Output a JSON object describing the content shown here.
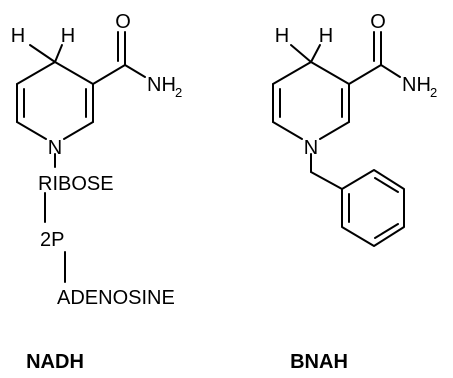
{
  "nadh": {
    "h_left": "H",
    "h_right": "H",
    "oxygen": "O",
    "amide_nh": "NH",
    "amide_sub": "2",
    "ring_n": "N",
    "ribose": "RIBOSE",
    "phosphate": "2P",
    "adenosine": "ADENOSINE",
    "caption": "NADH"
  },
  "bnah": {
    "h_left": "H",
    "h_right": "H",
    "oxygen": "O",
    "amide_nh": "NH",
    "amide_sub": "2",
    "ring_n": "N",
    "caption": "BNAH"
  }
}
